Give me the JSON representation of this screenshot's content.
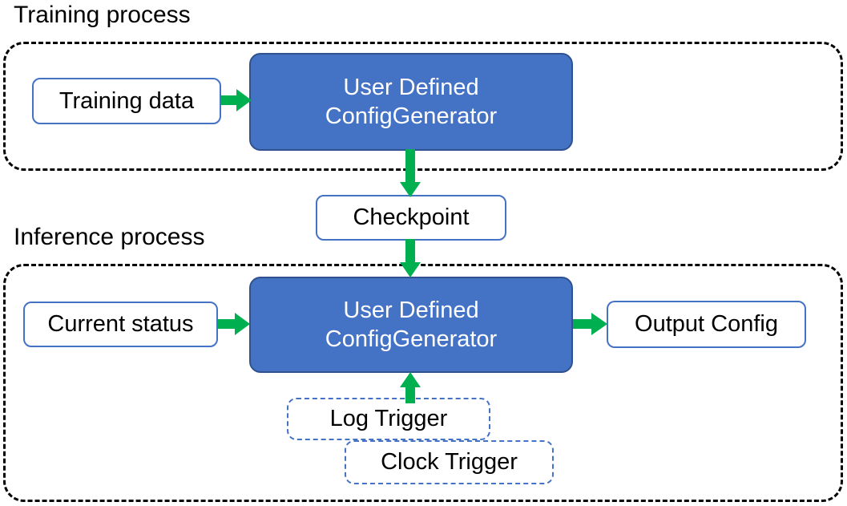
{
  "diagram": {
    "title_training": "Training process",
    "title_inference": "Inference process",
    "colors": {
      "process_fill": "#4472C4",
      "process_border": "#2F528F",
      "node_border": "#4472C4",
      "group_border": "#000000",
      "arrow": "#00B050",
      "text_dark": "#000000",
      "text_light": "#FFFFFF",
      "background": "#FFFFFF"
    },
    "groups": [
      {
        "id": "training",
        "label": "Training process"
      },
      {
        "id": "inference",
        "label": "Inference process"
      }
    ],
    "nodes": [
      {
        "id": "training-data",
        "label": "Training data",
        "style": "outline",
        "group": "training"
      },
      {
        "id": "udcg-train",
        "label_line1": "User Defined",
        "label_line2": "ConfigGenerator",
        "style": "filled",
        "group": "training"
      },
      {
        "id": "checkpoint",
        "label": "Checkpoint",
        "style": "outline",
        "group": "between"
      },
      {
        "id": "current-status",
        "label": "Current status",
        "style": "outline",
        "group": "inference"
      },
      {
        "id": "udcg-infer",
        "label_line1": "User Defined",
        "label_line2": "ConfigGenerator",
        "style": "filled",
        "group": "inference"
      },
      {
        "id": "output-config",
        "label": "Output Config",
        "style": "outline",
        "group": "inference"
      },
      {
        "id": "log-trigger",
        "label": "Log Trigger",
        "style": "dashed-outline",
        "group": "inference"
      },
      {
        "id": "clock-trigger",
        "label": "Clock Trigger",
        "style": "dashed-outline",
        "group": "inference"
      }
    ],
    "edges": [
      {
        "id": "training-data-to-udcg-train",
        "from": "training-data",
        "to": "udcg-train",
        "direction": "right"
      },
      {
        "id": "udcg-train-to-checkpoint",
        "from": "udcg-train",
        "to": "checkpoint",
        "direction": "down"
      },
      {
        "id": "checkpoint-to-udcg-infer",
        "from": "checkpoint",
        "to": "udcg-infer",
        "direction": "down"
      },
      {
        "id": "current-status-to-udcg-infer",
        "from": "current-status",
        "to": "udcg-infer",
        "direction": "right"
      },
      {
        "id": "udcg-infer-to-output-config",
        "from": "udcg-infer",
        "to": "output-config",
        "direction": "right"
      },
      {
        "id": "triggers-to-udcg-infer",
        "from": "log-trigger",
        "to": "udcg-infer",
        "direction": "up"
      }
    ]
  }
}
